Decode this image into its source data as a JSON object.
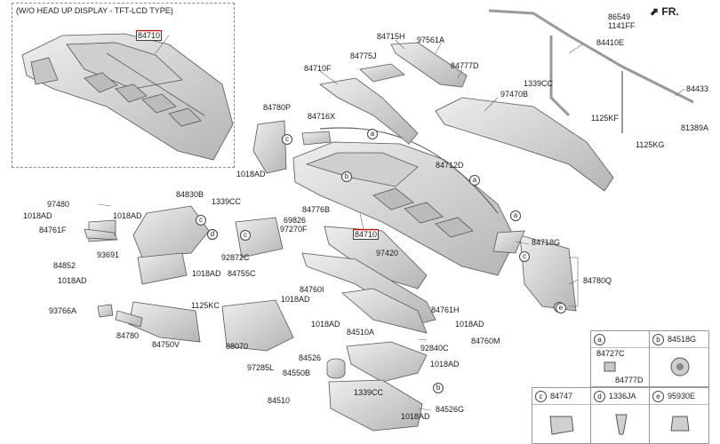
{
  "header": {
    "inset_title": "(W/O HEAD UP DISPLAY - TFT-LCD TYPE)",
    "direction": "FR."
  },
  "colors": {
    "highlight": "#d40000",
    "part_fill": "#d9d9d9",
    "part_stroke": "#555555"
  },
  "labels": {
    "inset_84710": "84710",
    "main_84710": "84710",
    "p86549": "86549",
    "p1141FF": "1141FF",
    "p84410E": "84410E",
    "p1339CC_a": "1339CC",
    "p97470B": "97470B",
    "p84433": "84433",
    "p1125KF": "1125KF",
    "p81389A": "81389A",
    "p1125KG": "1125KG",
    "p84715H": "84715H",
    "p97561A": "97561A",
    "p84775J": "84775J",
    "p84777D": "84777D",
    "p84710F": "84710F",
    "p84780P": "84780P",
    "p84716X": "84716X",
    "p84712D": "84712D",
    "p1018AD_a": "1018AD",
    "p97480": "97480",
    "p84830B": "84830B",
    "p1339CC_b": "1339CC",
    "p84776B": "84776B",
    "p1018AD_b": "1018AD",
    "p1018AD_c": "1018AD",
    "p84761F": "84761F",
    "p69826": "69826",
    "p97270F": "97270F",
    "p92872C": "92872C",
    "p84755C": "84755C",
    "p84852": "84852",
    "p93691": "93691",
    "p1018AD_d": "1018AD",
    "p1018AD_e": "1018AD",
    "p97420": "97420",
    "p84718G": "84718G",
    "p84780Q": "84780Q",
    "p84760I": "84760I",
    "p1018AD_f": "1018AD",
    "p93766A": "93766A",
    "p1125KC": "1125KC",
    "p84761H": "84761H",
    "p1018AD_g": "1018AD",
    "p1018AD_h": "1018AD",
    "p84780": "84780",
    "p84750V": "84750V",
    "p84510A": "84510A",
    "p84760M": "84760M",
    "p92840C": "92840C",
    "p88070": "88070",
    "p84526": "84526",
    "p1018AD_i": "1018AD",
    "p97285L": "97285L",
    "p84550B": "84550B",
    "p1339CC_c": "1339CC",
    "p84510": "84510",
    "p84526G": "84526G",
    "p1018AD_j": "1018AD"
  },
  "callouts": [
    "c",
    "a",
    "b",
    "a",
    "a",
    "c",
    "c",
    "d",
    "a",
    "c",
    "e",
    "d",
    "b"
  ],
  "legend": [
    {
      "letter": "a",
      "codes": [
        "84727C",
        "84777D"
      ]
    },
    {
      "letter": "b",
      "codes": [
        "84518G"
      ]
    },
    {
      "letter": "c",
      "codes": [
        "84747"
      ]
    },
    {
      "letter": "d",
      "codes": [
        "1336JA"
      ]
    },
    {
      "letter": "e",
      "codes": [
        "95930E"
      ]
    }
  ]
}
